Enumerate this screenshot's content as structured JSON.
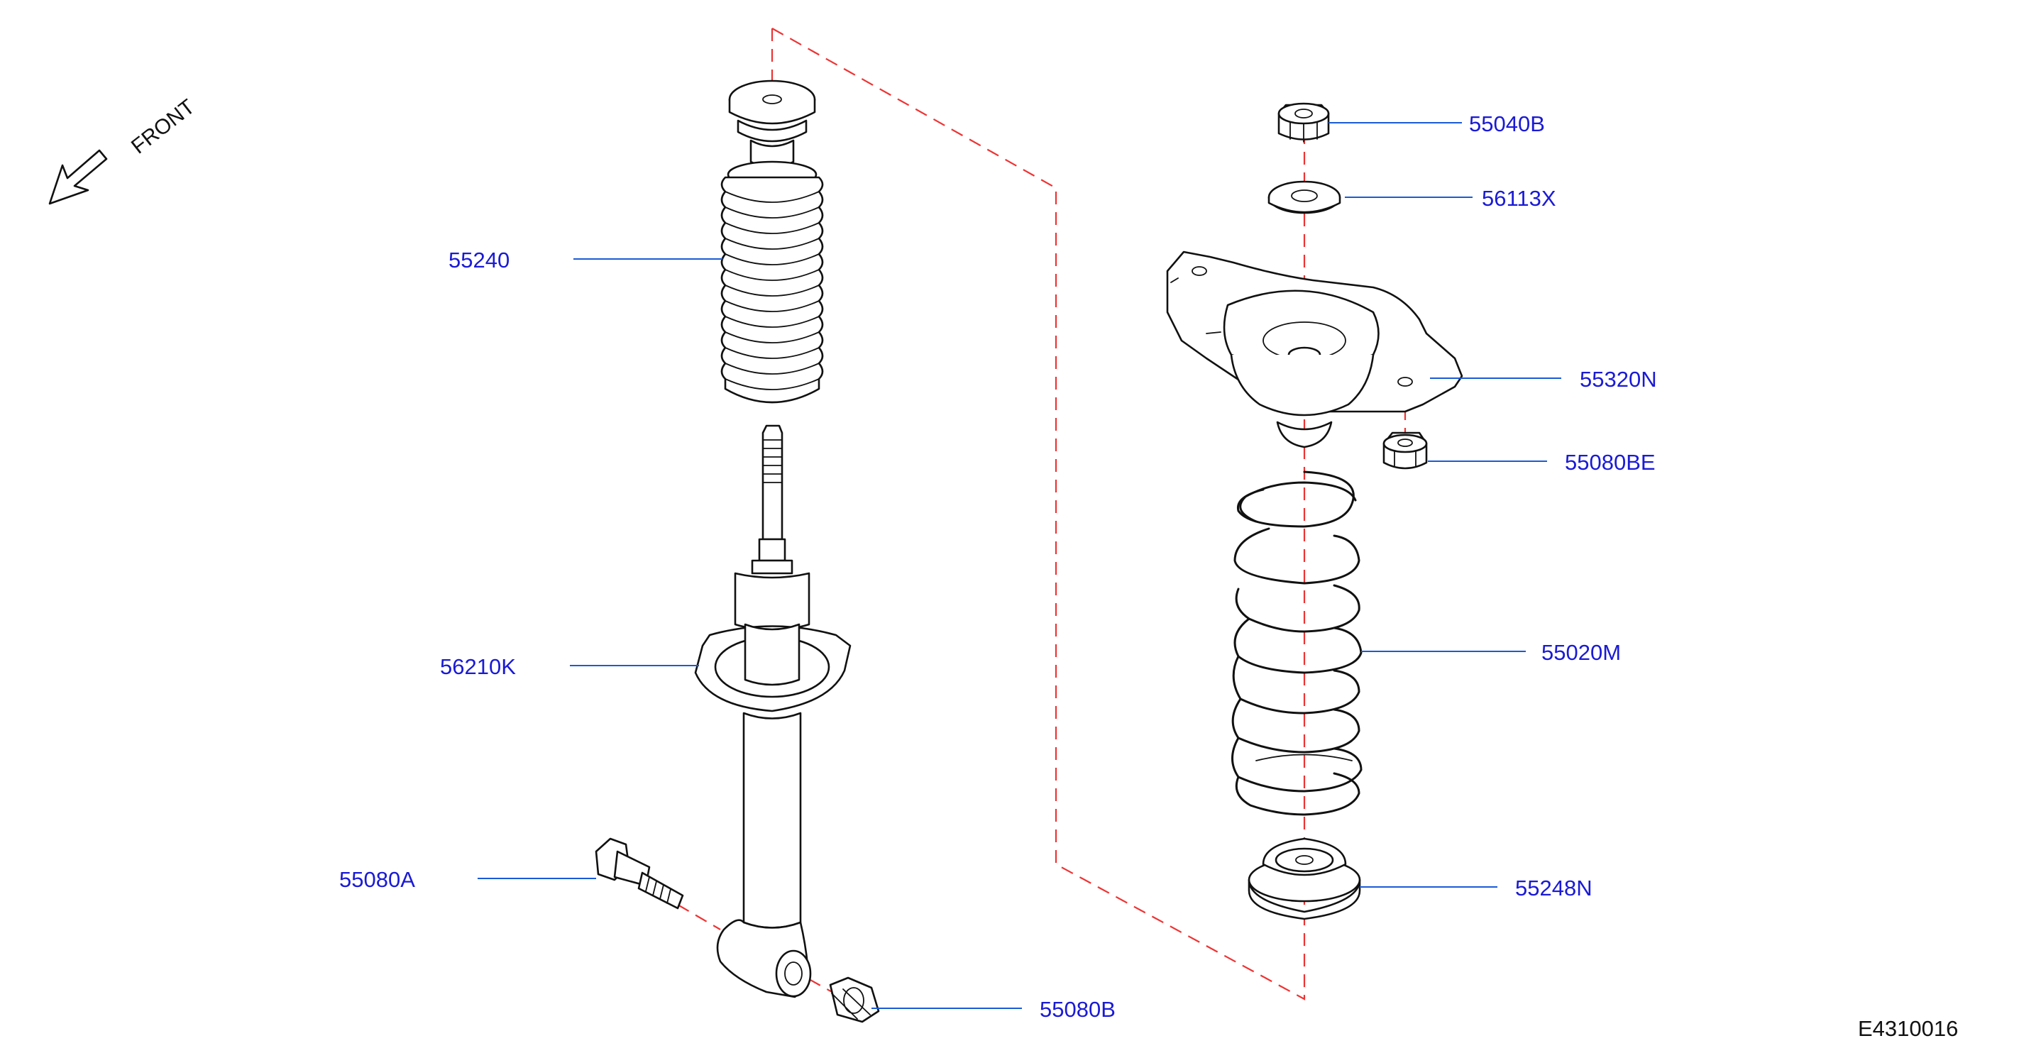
{
  "orientation": {
    "label": "FRONT",
    "icon": "front-direction-arrow-icon"
  },
  "figure_id": "E4310016",
  "callouts": {
    "boot": "55240",
    "shock_absorber": "56210K",
    "lower_bolt": "55080A",
    "lower_nut": "55080B",
    "upper_nut": "55040B",
    "washer": "56113X",
    "mounting_insulator": "55320N",
    "mount_nut": "55080BE",
    "coil_spring": "55020M",
    "lower_seat": "55248N"
  },
  "colors": {
    "callout_text": "#1a1ad6",
    "leader_line": "#1a5bd6",
    "centerline": "#e33333",
    "linework": "#111111"
  }
}
